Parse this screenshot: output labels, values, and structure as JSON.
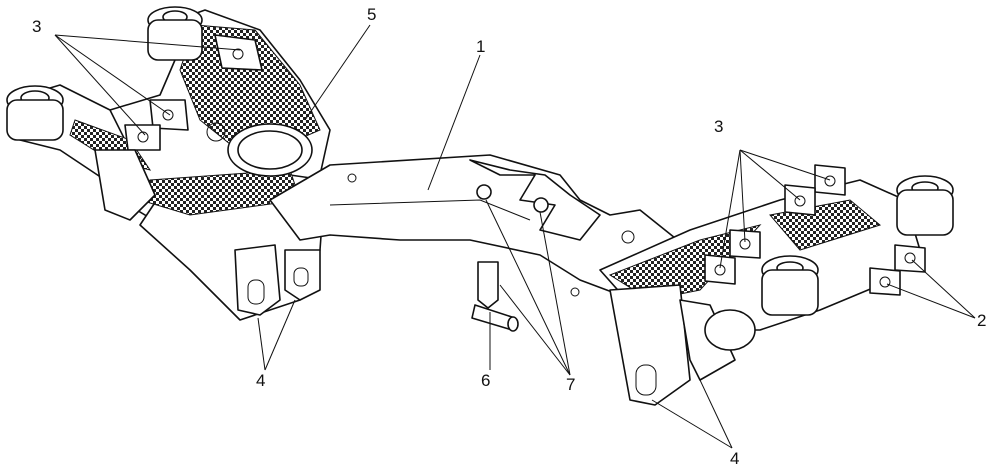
{
  "callouts": {
    "c1": "1",
    "c2": "2",
    "c3_left": "3",
    "c3_right": "3",
    "c4_left": "4",
    "c4_right": "4",
    "c5": "5",
    "c6": "6",
    "c7": "7"
  }
}
